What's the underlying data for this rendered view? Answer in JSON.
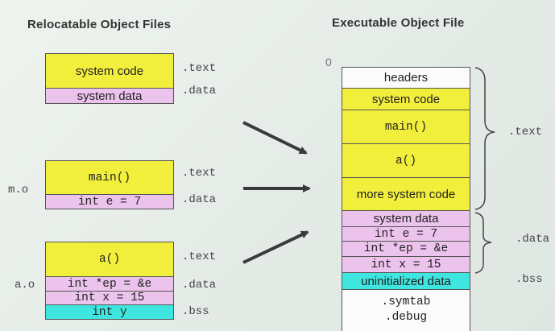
{
  "left_title": "Relocatable Object Files",
  "right_title": "Executable Object File",
  "address_zero": "0",
  "system_file": {
    "code": "system code",
    "data": "system data",
    "label_text": ".text",
    "label_data": ".data"
  },
  "m_file": {
    "name": "m.o",
    "code": "main()",
    "data": "int e = 7",
    "label_text": ".text",
    "label_data": ".data"
  },
  "a_file": {
    "name": "a.o",
    "code": "a()",
    "data1": "int *ep = &e",
    "data2": "int x = 15",
    "bss": "int y",
    "label_text": ".text",
    "label_data": ".data",
    "label_bss": ".bss"
  },
  "exec": {
    "headers": "headers",
    "system_code": "system code",
    "main": "main()",
    "a": "a()",
    "more_system_code": "more system code",
    "system_data": "system data",
    "int_e": "int e = 7",
    "int_ep": "int *ep = &e",
    "int_x": "int x = 15",
    "uninitialized": "uninitialized data",
    "symtab": ".symtab",
    "debug": ".debug",
    "label_text": ".text",
    "label_data": ".data",
    "label_bss": ".bss"
  }
}
